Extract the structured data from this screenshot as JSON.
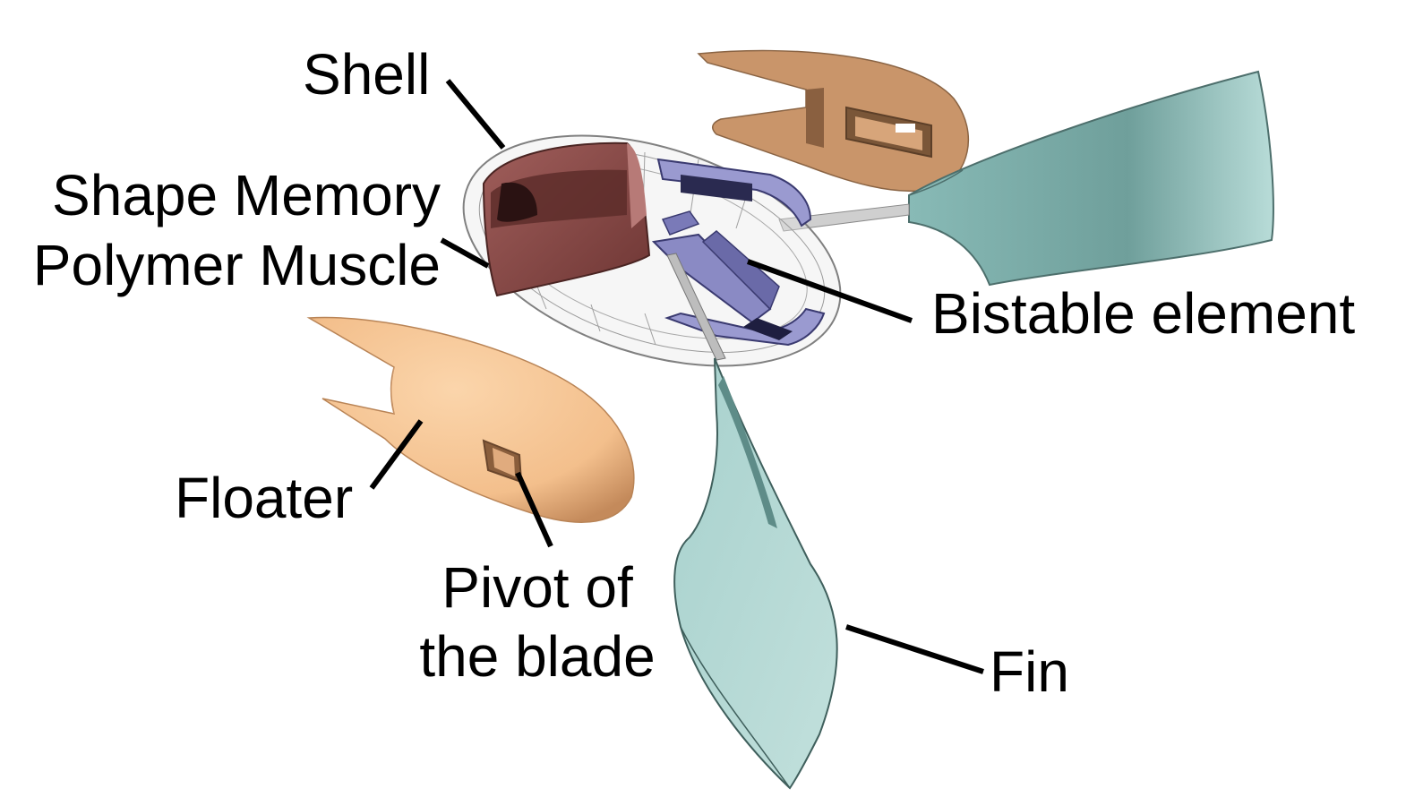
{
  "labels": {
    "shell": "Shell",
    "smp_line1": "Shape Memory",
    "smp_line2": "Polymer Muscle",
    "bistable": "Bistable element",
    "floater": "Floater",
    "pivot_line1": "Pivot of",
    "pivot_line2": "the blade",
    "fin": "Fin"
  },
  "colors": {
    "floater": "#f7c797",
    "floater_back": "#cf9a6e",
    "fin": "#a7d1cd",
    "muscle": "#8a4a48",
    "bistable": "#8f8fc7",
    "shell": "#bdbdbd",
    "leader_line": "#000000"
  }
}
